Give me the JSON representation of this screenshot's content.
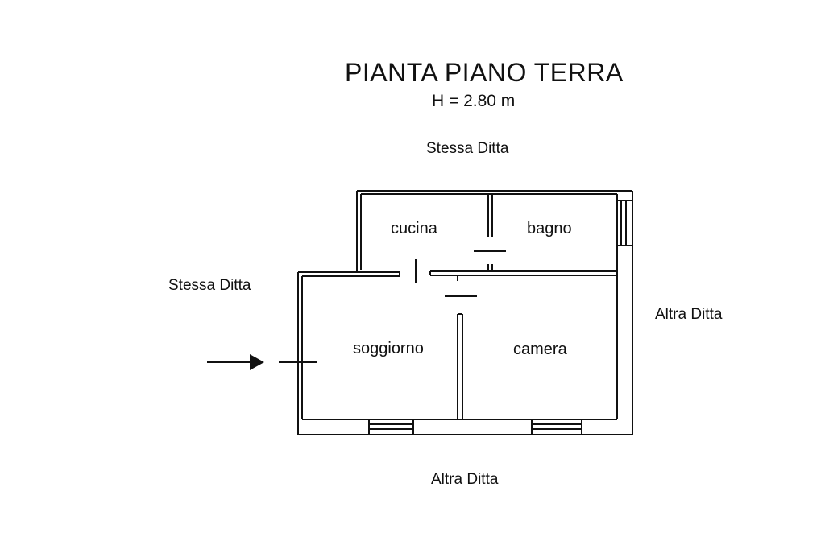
{
  "title": "PIANTA PIANO TERRA",
  "height_note": "H = 2.80 m",
  "neighbors": {
    "top": "Stessa Ditta",
    "left": "Stessa Ditta",
    "right": "Altra Ditta",
    "bottom": "Altra Ditta"
  },
  "rooms": {
    "kitchen": "cucina",
    "bathroom": "bagno",
    "living": "soggiorno",
    "bedroom": "camera"
  },
  "colors": {
    "ink": "#111111",
    "background": "#ffffff"
  }
}
